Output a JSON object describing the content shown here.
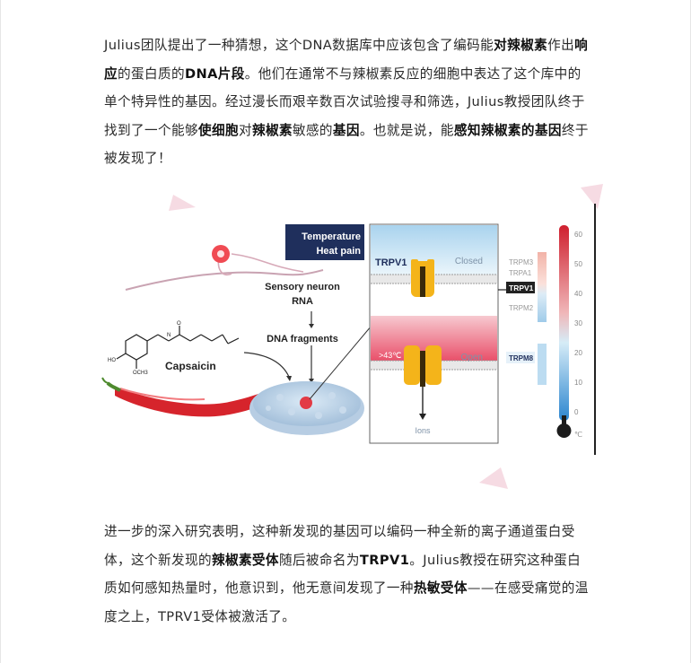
{
  "paragraph1": {
    "s1": "Julius团队提出了一种猜想，这个DNA数据库中应该包含了编码能",
    "b1": "对辣椒素",
    "s2": "作出",
    "b2": "响应",
    "s3": "的蛋白质的",
    "b3": "DNA片段",
    "s4": "。他们在通常不与辣椒素反应的细胞中表达了这个库中的单个特异性的基因。经过漫长而艰辛数百次试验搜寻和筛选，Julius教授团队终于找到了一个能够",
    "b4": "使细胞",
    "s5": "对",
    "b5": "辣椒素",
    "s6": "敏感的",
    "b6": "基因",
    "s7": "。也就是说，能",
    "b7": "感知辣椒素的基因",
    "s8": "终于被发现了！"
  },
  "figure": {
    "temperature_box_line1": "Temperature",
    "temperature_box_line2": "Heat pain",
    "neuron_label_line1": "Sensory neuron",
    "neuron_label_line2": "RNA",
    "fragments_label": "DNA fragments",
    "capsaicin_label": "Capsaicin",
    "channel_label": "TRPV1",
    "closed_label": "Closed",
    "open_label": "Open",
    "threshold_label": ">43℃",
    "ions_label": "Ions",
    "receptors": [
      "TRPM3",
      "TRPA1",
      "TRPV1",
      "TRPM2",
      "TRPM8"
    ],
    "scale_ticks": [
      "60",
      "50",
      "40",
      "30",
      "20",
      "10",
      "0"
    ],
    "scale_unit": "℃",
    "colors": {
      "hot": "#d8263a",
      "cold": "#2f8bd6",
      "navy": "#1f2f5c",
      "channel": "#f4b41a"
    }
  },
  "paragraph2": {
    "s1": "进一步的深入研究表明，这种新发现的基因可以编码一种全新的离子通道蛋白受体，这个新发现的",
    "b1": "辣椒素受体",
    "s2": "随后被命名为",
    "b2": "TRPV1",
    "s3": "。Julius教授在研究这种蛋白质如何感知热量时，他意识到，他无意间发现了一种",
    "b3": "热敏受体",
    "s4": "——在感受痛觉的温度之上，TPRV1受体被激活了。"
  }
}
